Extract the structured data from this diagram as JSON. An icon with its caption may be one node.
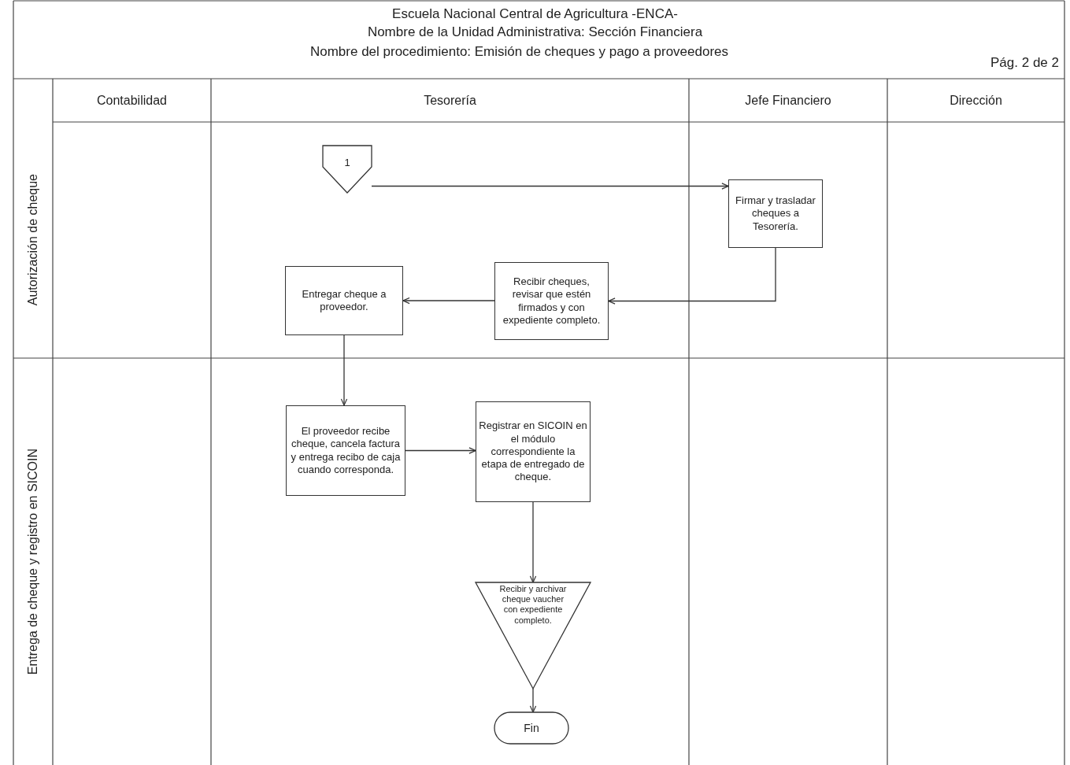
{
  "diagram": {
    "title": "Escuela Nacional Central de Agricultura -ENCA-",
    "labels": [
      "Nombre de la Unidad Administrativa: Sección Financiera",
      "Nombre del procedimiento: Emisión de cheques y pago a proveedores",
      "Pág. 2  de  2"
    ],
    "nodes": [
      {
        "text": [
          "Contabilidad"
        ]
      },
      {
        "text": [
          "Tesorería"
        ]
      },
      {
        "text": [
          "Jefe Financiero"
        ]
      },
      {
        "text": [
          "Dirección"
        ]
      },
      {
        "text": [
          "Autorización de cheque"
        ]
      },
      {
        "text": [
          "Entrega de cheque y registro en SICOIN"
        ]
      },
      {
        "text": [
          "1"
        ]
      },
      {
        "text": [
          "Firmar y trasladar cheques a Tesorería."
        ]
      },
      {
        "text": [
          "Recibir cheques, revisar que estén firmados y con expediente completo."
        ]
      },
      {
        "text": [
          "Entregar cheque a proveedor."
        ]
      },
      {
        "text": [
          "El proveedor recibe cheque, cancela factura y entrega recibo de caja cuando corresponda."
        ]
      },
      {
        "text": [
          "Registrar en SICOIN en el módulo correspondiente la etapa de entregado de cheque."
        ]
      },
      {
        "text": [
          "Recibir y archivar cheque vaucher con expediente completo."
        ]
      },
      {
        "text": [
          "Fin"
        ]
      }
    ],
    "edges": [
      {
        "from": 6,
        "to": 7,
        "arrow": "to"
      },
      {
        "from": 7,
        "to": 8,
        "arrow": "to"
      },
      {
        "from": 8,
        "to": 9,
        "arrow": "to"
      },
      {
        "from": 9,
        "to": 10,
        "arrow": "to"
      },
      {
        "from": 10,
        "to": 11,
        "arrow": "to"
      },
      {
        "from": 11,
        "to": 12,
        "arrow": "to"
      },
      {
        "from": 12,
        "to": 13,
        "arrow": "to"
      }
    ]
  }
}
